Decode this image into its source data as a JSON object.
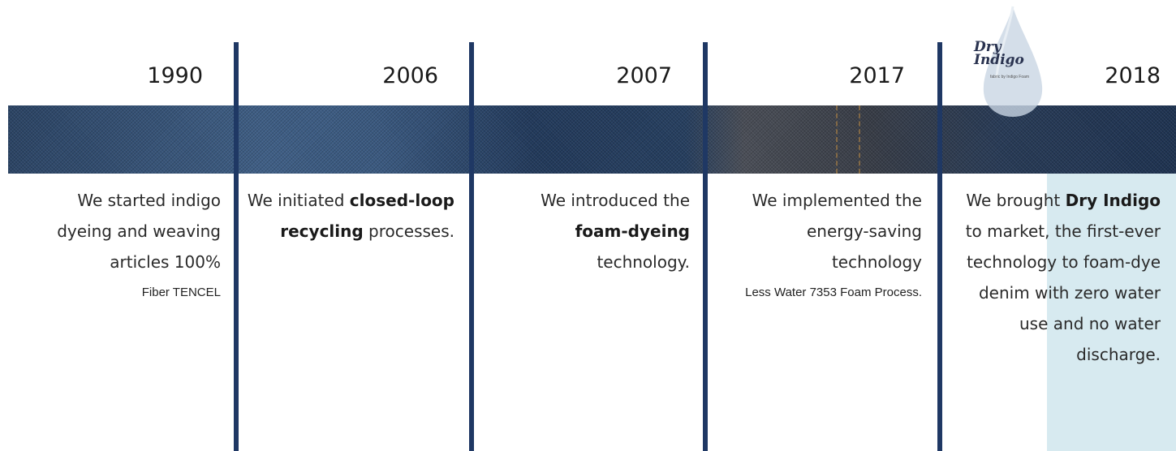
{
  "logo": {
    "line1": "Dry",
    "line2": "Indigo",
    "tagline": "fabric by Indigo Foam"
  },
  "timeline": [
    {
      "year": "1990",
      "pre": "We started indigo dyeing and weaving articles 100%",
      "bold": "",
      "post": "",
      "extra": "Fiber TENCEL"
    },
    {
      "year": "2006",
      "pre": "We initiated ",
      "bold": "closed-loop recycling",
      "post": " processes.",
      "extra": ""
    },
    {
      "year": "2007",
      "pre": "We introduced the ",
      "bold": "foam-dyeing",
      "post": " technology.",
      "extra": ""
    },
    {
      "year": "2017",
      "pre": "We implemented the energy-saving technology",
      "bold": "",
      "post": "",
      "extra": "Less Water 7353 Foam Process."
    },
    {
      "year": "2018",
      "pre": "We brought ",
      "bold": "Dry Indigo",
      "post": " to market, the first-ever technology to foam-dye denim with zero water use and no water discharge.",
      "extra": ""
    }
  ]
}
